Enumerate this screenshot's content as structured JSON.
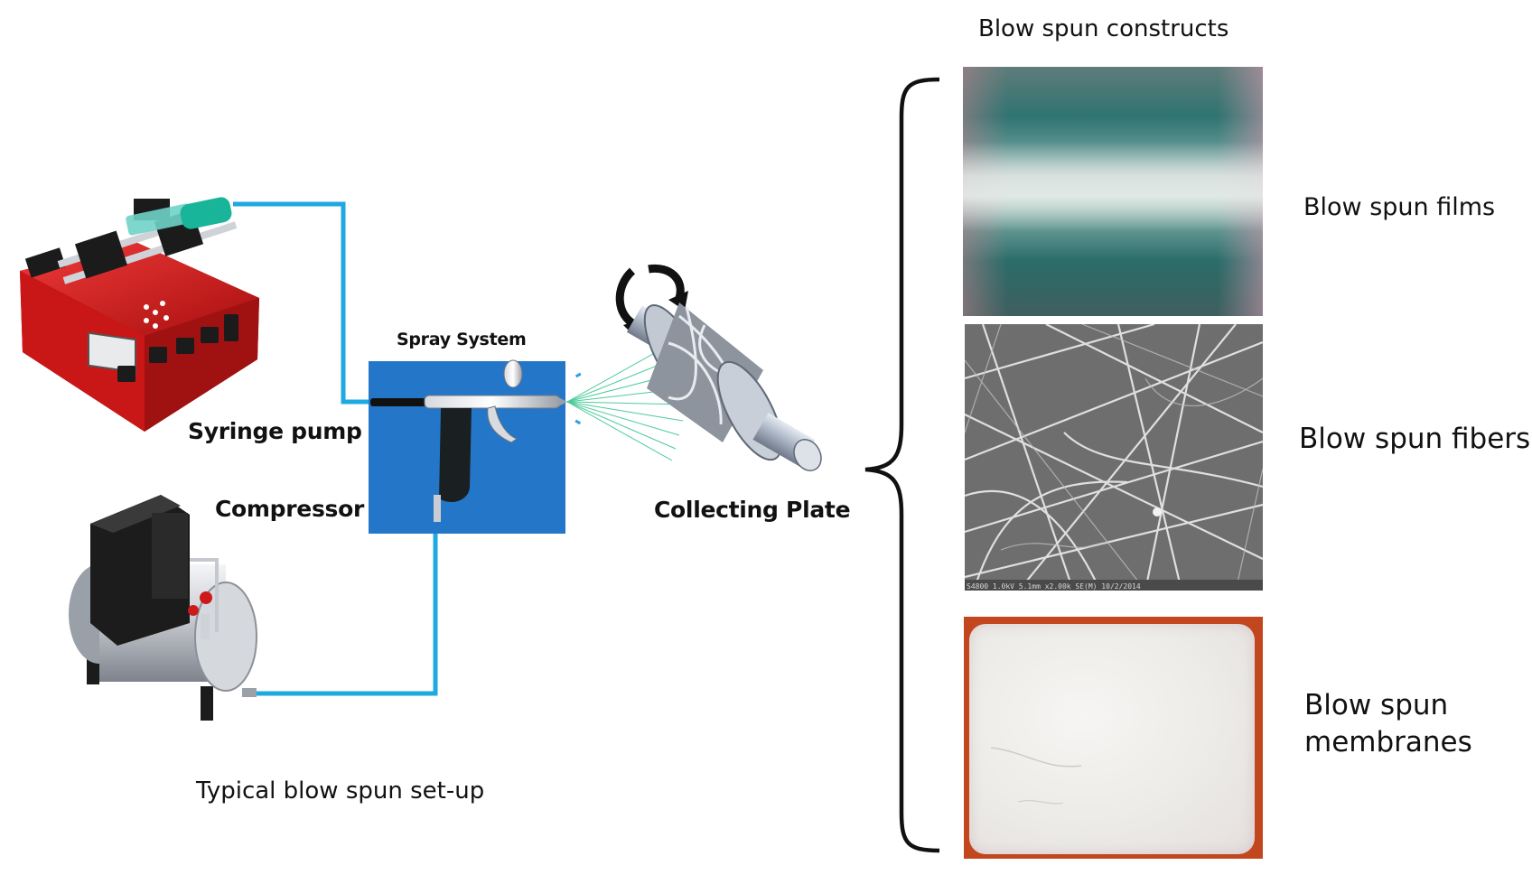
{
  "setup": {
    "caption": "Typical blow spun set-up",
    "syringe_pump_label": "Syringe pump",
    "compressor_label": "Compressor",
    "spray_system_label": "Spray System",
    "collecting_plate_label": "Collecting Plate",
    "tube_color": "#1ea9e1",
    "spray_box_color": "#1f6fc2",
    "pump_color": "#d81e1e"
  },
  "constructs": {
    "title": "Blow spun constructs",
    "items": [
      {
        "label": "Blow spun films"
      },
      {
        "label": "Blow spun fibers"
      },
      {
        "label_line1": "Blow spun",
        "label_line2": "membranes"
      }
    ],
    "sem_caption": "S4800 1.0kV 5.1mm x2.00k SE(M) 10/2/2014"
  }
}
